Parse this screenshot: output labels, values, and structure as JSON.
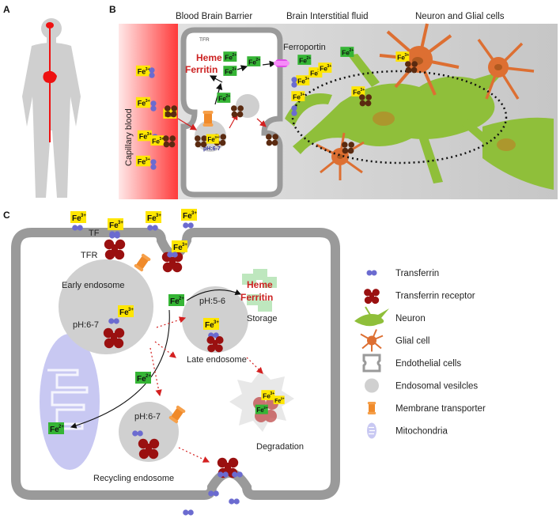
{
  "panels": {
    "a": "A",
    "b": "B",
    "c": "C"
  },
  "panel_b": {
    "header_bbb": "Blood Brain Barrier",
    "header_isf": "Brain Interstitial fluid",
    "header_neurons": "Neuron and Glial cells",
    "capillary_label": "Capillary blood",
    "tfr_label": "TFR",
    "heme": "Heme",
    "ferritin": "Ferritin",
    "ferroportin": "Ferroportin",
    "ph_label": "pH:6-7"
  },
  "ions": {
    "fe": "Fe",
    "fe3": "3+",
    "fe2": "2+"
  },
  "panel_c": {
    "tf_label": "TF",
    "tfr_label": "TFR",
    "early_endosome": "Early endosome",
    "early_ph": "pH:6-7",
    "late_ph": "pH:5-6",
    "late_endosome": "Late endosome",
    "recycling_ph": "pH:6-7",
    "recycling_endosome": "Recycling endosome",
    "heme": "Heme",
    "ferritin": "Ferritin",
    "storage": "Storage",
    "degradation": "Degradation"
  },
  "legend": [
    {
      "key": "transferrin",
      "label": "Transferrin"
    },
    {
      "key": "transferrin_receptor",
      "label": "Transferrin receptor"
    },
    {
      "key": "neuron",
      "label": "Neuron"
    },
    {
      "key": "glial_cell",
      "label": "Glial cell"
    },
    {
      "key": "endothelial_cells",
      "label": "Endothelial cells"
    },
    {
      "key": "endosomal_vesicles",
      "label": "Endosomal vesilcles"
    },
    {
      "key": "membrane_transporter",
      "label": "Membrane transporter"
    },
    {
      "key": "mitochondria",
      "label": "Mitochondria"
    }
  ],
  "colors": {
    "fe3": "#ffe600",
    "fe2": "#35b535",
    "transferrin": "#6b6bd0",
    "receptor": "#9a1010",
    "neuron": "#8fbf3a",
    "glia": "#dd6f32",
    "membrane": "#9a9a9a",
    "vesicle": "#d0d0d0",
    "mitochondria": "#c8c8f2",
    "transporter": "#f08a2a",
    "blood": "#ff4040"
  }
}
